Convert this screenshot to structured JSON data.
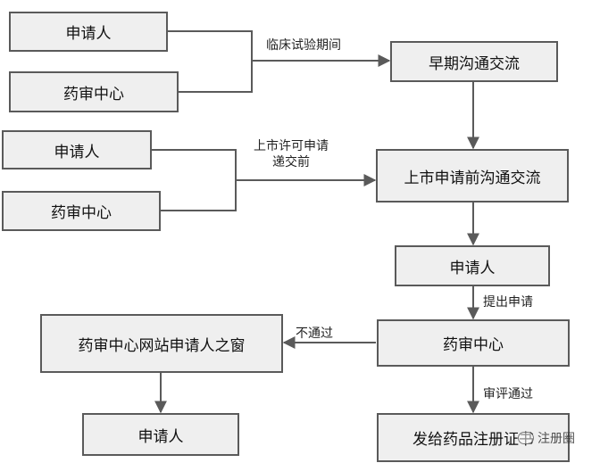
{
  "boxes": {
    "applicant_1": "申请人",
    "center_1": "药审中心",
    "early_comm": "早期沟通交流",
    "applicant_2": "申请人",
    "center_2": "药审中心",
    "pre_app_comm": "上市申请前沟通交流",
    "applicant_3": "申请人",
    "center_3": "药审中心",
    "window": "药审中心网站申请人之窗",
    "applicant_4": "申请人",
    "issue_cert": "发给药品注册证书"
  },
  "labels": {
    "clinical_period": "临床试验期间",
    "before_submit_1": "上市许可申请",
    "before_submit_2": "递交前",
    "submit": "提出申请",
    "fail": "不通过",
    "pass": "审评通过"
  },
  "watermark": "注册圈",
  "colors": {
    "box_fill": "#efefef",
    "box_border": "#5a5a5a",
    "arrow": "#5a5a5a"
  }
}
